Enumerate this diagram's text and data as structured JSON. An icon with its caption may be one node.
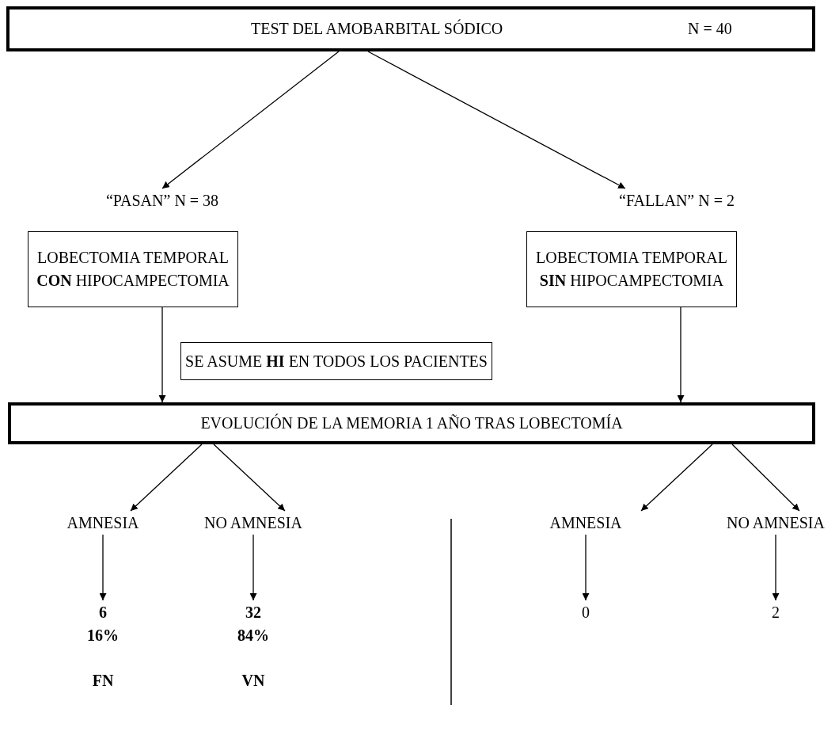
{
  "diagram": {
    "nodes": [
      {
        "text": [
          "TEST DEL AMOBARBITAL SÓDICO",
          "N = 40"
        ]
      },
      {
        "text": [
          "“PASAN” N = 38"
        ]
      },
      {
        "text": [
          "“FALLAN” N = 2"
        ]
      },
      {
        "text": [
          "LOBECTOMIA TEMPORAL **CON** HIPOCAMPECTOMIA"
        ]
      },
      {
        "text": [
          "LOBECTOMIA TEMPORAL **SIN** HIPOCAMPECTOMIA"
        ]
      },
      {
        "text": [
          "SE ASUME **HI** EN TODOS LOS PACIENTES"
        ]
      },
      {
        "text": [
          "EVOLUCIÓN DE LA MEMORIA 1 AÑO TRAS LOBECTOMÍA"
        ]
      },
      {
        "text": [
          "AMNESIA"
        ]
      },
      {
        "text": [
          "NO AMNESIA"
        ]
      },
      {
        "text": [
          "AMNESIA"
        ]
      },
      {
        "text": [
          "NO AMNESIA"
        ]
      },
      {
        "text": [
          "6",
          "16%"
        ]
      },
      {
        "text": [
          "32",
          "84%"
        ]
      },
      {
        "text": [
          "0"
        ]
      },
      {
        "text": [
          "2"
        ]
      }
    ],
    "edges": [
      {
        "from": 0,
        "to": 1,
        "arrow": "to"
      },
      {
        "from": 0,
        "to": 2,
        "arrow": "to"
      },
      {
        "from": 3,
        "to": 6,
        "arrow": "to"
      },
      {
        "from": 4,
        "to": 6,
        "arrow": "to"
      },
      {
        "from": 6,
        "to": 7,
        "arrow": "to"
      },
      {
        "from": 6,
        "to": 8,
        "arrow": "to"
      },
      {
        "from": 6,
        "to": 9,
        "arrow": "to"
      },
      {
        "from": 6,
        "to": 10,
        "arrow": "to"
      },
      {
        "from": 7,
        "to": 11,
        "arrow": "to"
      },
      {
        "from": 8,
        "to": 12,
        "arrow": "to"
      },
      {
        "from": 9,
        "to": 13,
        "arrow": "to"
      },
      {
        "from": 10,
        "to": 14,
        "arrow": "to"
      }
    ],
    "labels": [
      "FN",
      "VN"
    ]
  }
}
